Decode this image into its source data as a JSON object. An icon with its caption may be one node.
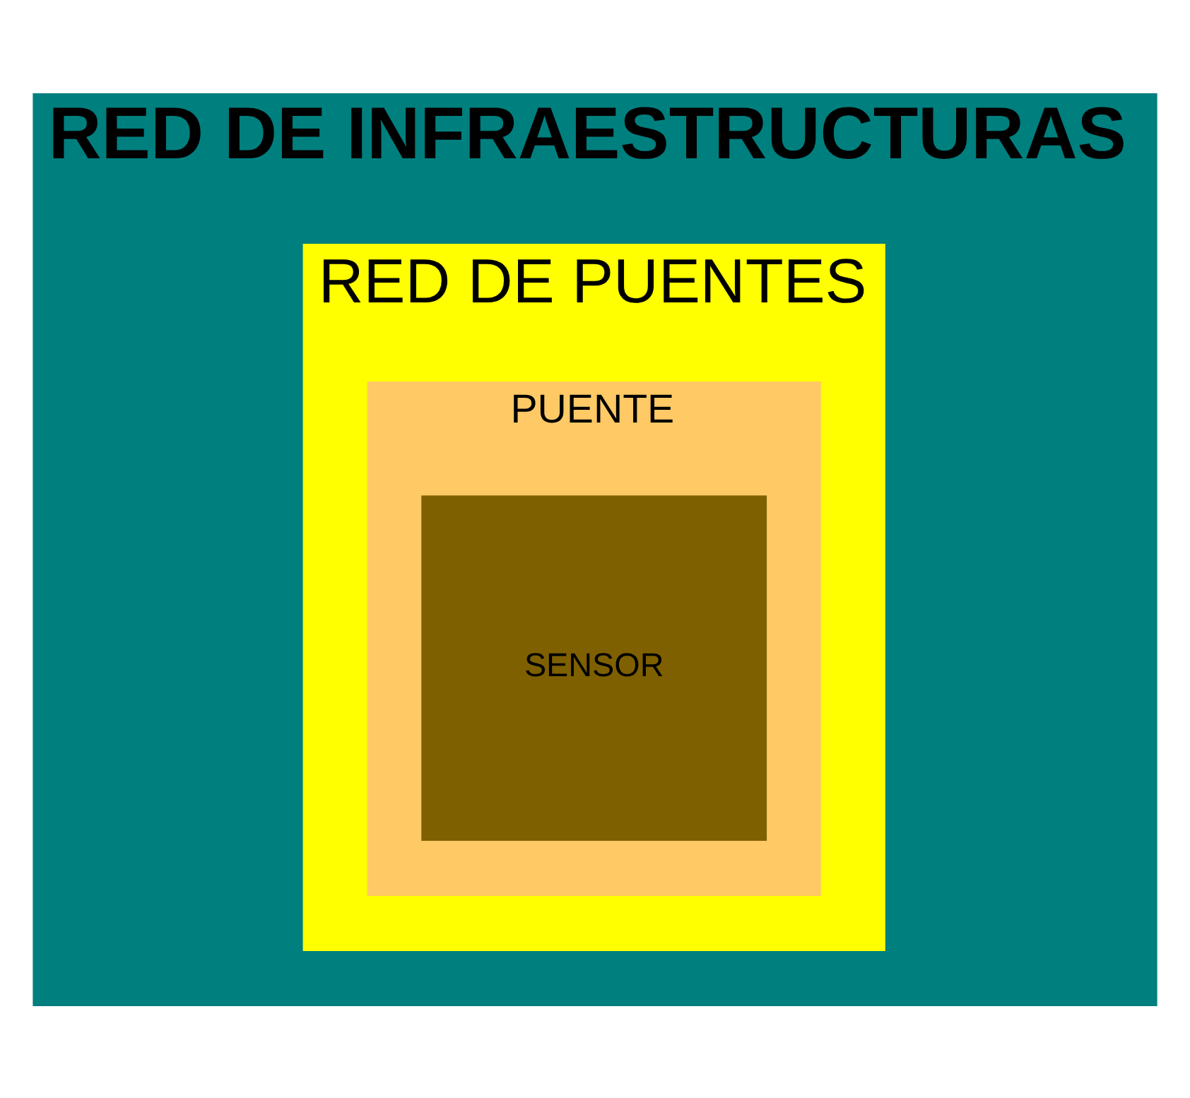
{
  "diagram": {
    "nodes": [
      {
        "text": [
          "RED DE INFRAESTRUCTURAS"
        ]
      },
      {
        "text": [
          "RED DE PUENTES"
        ],
        "in": 0
      },
      {
        "text": [
          "PUENTE"
        ],
        "in": 1
      },
      {
        "text": [
          "SENSOR"
        ],
        "in": 2
      }
    ]
  }
}
